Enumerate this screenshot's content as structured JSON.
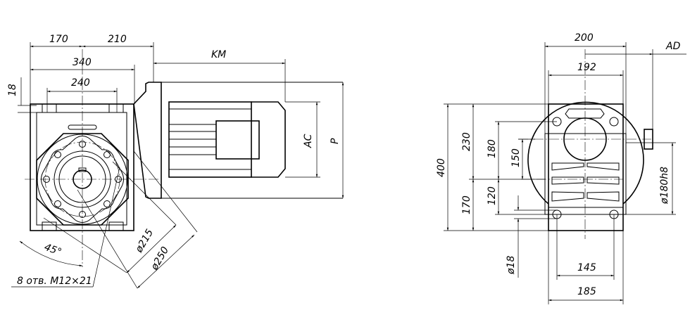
{
  "side_view": {
    "dim_170": "170",
    "dim_210": "210",
    "dim_340": "340",
    "dim_240": "240",
    "dim_18": "18",
    "dim_km": "KM",
    "dim_ac": "AC",
    "dim_p": "P",
    "dim_d215": "ø215",
    "dim_d250": "ø250",
    "angle_45": "45°",
    "holes_note": "8 отв. M12×21"
  },
  "front_view": {
    "dim_200": "200",
    "dim_ad": "AD",
    "dim_192": "192",
    "dim_400": "400",
    "dim_230": "230",
    "dim_180": "180",
    "dim_150": "150",
    "dim_120": "120",
    "dim_170": "170",
    "dim_d18": "ø18",
    "dim_145": "145",
    "dim_185": "185",
    "dim_d180h8": "ø180h8"
  }
}
